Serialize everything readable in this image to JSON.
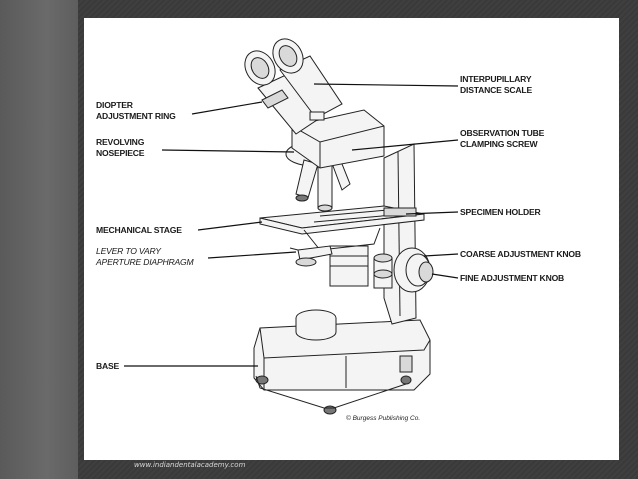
{
  "labels": {
    "diopter": [
      "DIOPTER",
      "ADJUSTMENT RING"
    ],
    "nosepiece": [
      "REVOLVING",
      "NOSEPIECE"
    ],
    "stage": "MECHANICAL STAGE",
    "lever": [
      "LEVER TO VARY",
      "APERTURE DIAPHRAGM"
    ],
    "base": "BASE",
    "interpupillary": [
      "INTERPUPILLARY",
      "DISTANCE SCALE"
    ],
    "tube_screw": [
      "OBSERVATION TUBE",
      "CLAMPING SCREW"
    ],
    "specimen": "SPECIMEN HOLDER",
    "coarse": "COARSE ADJUSTMENT KNOB",
    "fine": "FINE ADJUSTMENT KNOB"
  },
  "credit": "© Burgess Publishing Co.",
  "footer": "www.indiandentalacademy.com"
}
